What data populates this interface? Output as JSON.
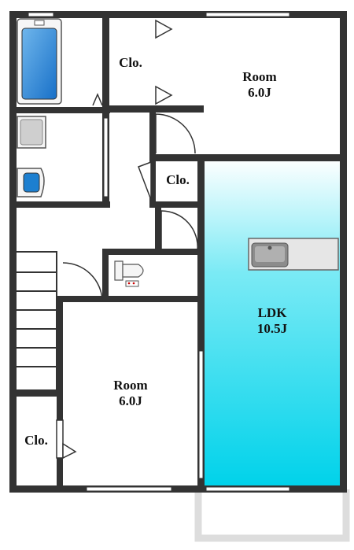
{
  "rooms": {
    "room_upper": {
      "name": "Room",
      "size": "6.0J"
    },
    "room_lower": {
      "name": "Room",
      "size": "6.0J"
    },
    "ldk": {
      "name": "LDK",
      "size": "10.5J"
    }
  },
  "closets": {
    "upper": "Clo.",
    "middle": "Clo.",
    "lower": "Clo."
  },
  "colors": {
    "wall": "#333333",
    "ldk_gradient_top": "#ffffff",
    "ldk_gradient_bottom": "#00d0e8",
    "bathtub": "#1c7fd0",
    "balcony": "#dddddd"
  }
}
